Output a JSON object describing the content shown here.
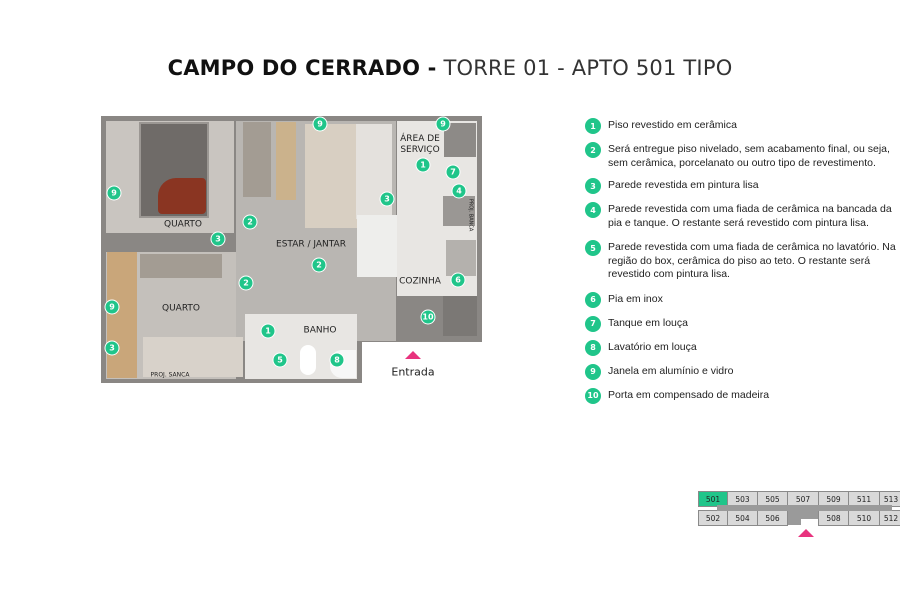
{
  "title": {
    "bold": "CAMPO DO CERRADO -",
    "light": "TORRE 01 - APTO 501 TIPO"
  },
  "colors": {
    "accent": "#20c58a",
    "entrance": "#e8337e"
  },
  "plan": {
    "rooms": {
      "quarto1": "QUARTO",
      "quarto2": "QUARTO",
      "estar": "ESTAR / JANTAR",
      "area": "ÁREA DE SERVIÇO",
      "cozinha": "COZINHA",
      "banho": "BANHO",
      "sanca": "PROJ. SANCA",
      "bancada": "PROJ. BANCA"
    },
    "markers": [
      "9",
      "9",
      "1",
      "7",
      "4",
      "9",
      "3",
      "2",
      "3",
      "2",
      "6",
      "2",
      "9",
      "10",
      "1",
      "3",
      "5",
      "8"
    ],
    "entrance_label": "Entrada"
  },
  "legend": [
    {
      "num": "1",
      "text": "Piso revestido em cerâmica"
    },
    {
      "num": "2",
      "text": "Será entregue piso nivelado, sem acabamento final, ou seja, sem cerâmica, porcelanato ou outro tipo de revestimento."
    },
    {
      "num": "3",
      "text": "Parede revestida em pintura lisa"
    },
    {
      "num": "4",
      "text": "Parede revestida com uma fiada de cerâmica na bancada da pia e tanque. O restante será revestido com pintura lisa."
    },
    {
      "num": "5",
      "text": "Parede revestida com uma fiada de cerâmica no lavatório. Na região do box, cerâmica do piso ao teto. O restante será revestido com pintura lisa."
    },
    {
      "num": "6",
      "text": "Pia em inox"
    },
    {
      "num": "7",
      "text": "Tanque em louça"
    },
    {
      "num": "8",
      "text": "Lavatório em louça"
    },
    {
      "num": "9",
      "text": "Janela em alumínio e vidro"
    },
    {
      "num": "10",
      "text": "Porta em compensado de madeira"
    }
  ],
  "units": {
    "top": [
      "501",
      "503",
      "505",
      "507",
      "509",
      "511",
      "513"
    ],
    "bottom": [
      "502",
      "504",
      "506",
      "508",
      "510",
      "512"
    ],
    "selected": "501"
  }
}
